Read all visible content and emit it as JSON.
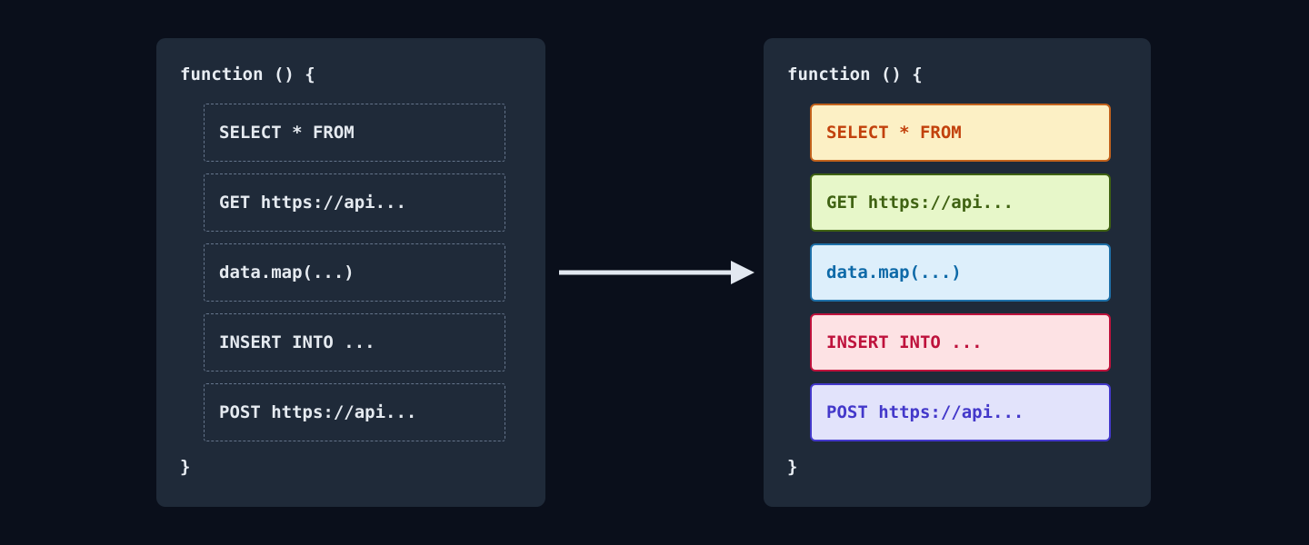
{
  "diagram": {
    "left_panel": {
      "header": "function () {",
      "footer": "}",
      "blocks": [
        {
          "label": "SELECT * FROM"
        },
        {
          "label": "GET https://api..."
        },
        {
          "label": "data.map(...)"
        },
        {
          "label": "INSERT INTO ..."
        },
        {
          "label": "POST https://api..."
        }
      ]
    },
    "right_panel": {
      "header": "function () {",
      "footer": "}",
      "blocks": [
        {
          "label": "SELECT * FROM",
          "bg": "#fcf0c5",
          "border": "#c2621c",
          "text": "#c2410c"
        },
        {
          "label": "GET https://api...",
          "bg": "#e7f7c9",
          "border": "#3f6212",
          "text": "#3f6212"
        },
        {
          "label": "data.map(...)",
          "bg": "#ddeffb",
          "border": "#1e70a8",
          "text": "#0e6aa8"
        },
        {
          "label": "INSERT INTO ...",
          "bg": "#fde2e4",
          "border": "#be123c",
          "text": "#be123c"
        },
        {
          "label": "POST https://api...",
          "bg": "#e2e3fb",
          "border": "#4338ca",
          "text": "#4338ca"
        }
      ]
    },
    "colors": {
      "page_bg": "#0a0f1b",
      "panel_bg": "#1f2a39",
      "panel_text": "#e8edf3",
      "dashed_border": "#64748b",
      "arrow": "#e2e8f0"
    }
  }
}
